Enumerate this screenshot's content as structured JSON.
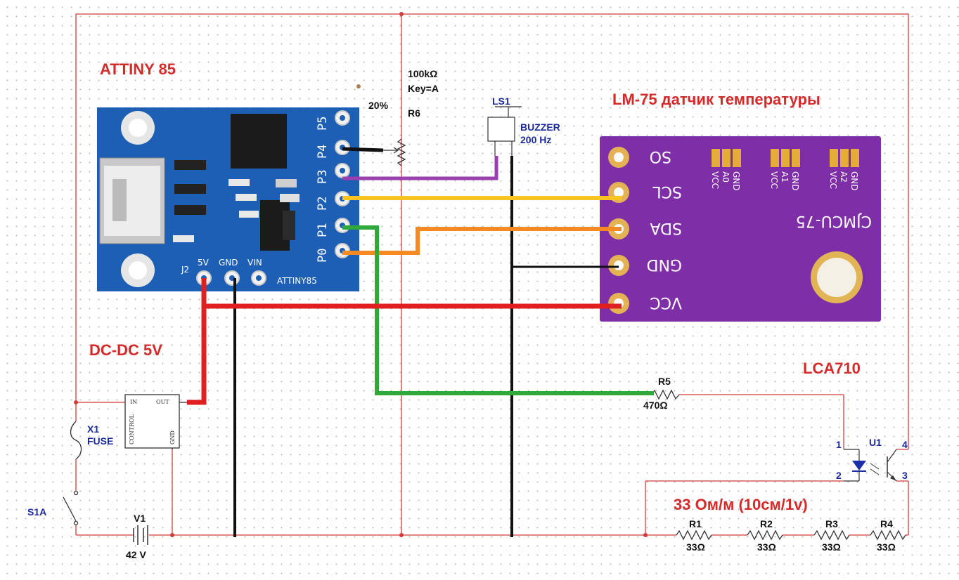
{
  "labels": {
    "attiny_title": "ATTINY 85",
    "lm75_title": "LM-75 датчик температуры",
    "dcdc_title": "DC-DC 5V",
    "lca_title": "LCA710",
    "heater_title": "33 Ом/м (10см/1v)",
    "pot_value": "100kΩ",
    "pot_key": "Key=A",
    "pot_percent": "20%",
    "pot_ref": "R6",
    "buzzer_ref": "LS1",
    "buzzer_name": "BUZZER",
    "buzzer_freq": "200 Hz",
    "r5_ref": "R5",
    "r5_value": "470Ω",
    "fuse_ref": "X1",
    "fuse_name": "FUSE",
    "switch_ref": "S1A",
    "battery_ref": "V1",
    "battery_value": "42 V",
    "opto_ref": "U1",
    "opto_pin1": "1",
    "opto_pin2": "2",
    "opto_pin3": "3",
    "opto_pin4": "4",
    "dcdc_in": "IN",
    "dcdc_out": "OUT",
    "dcdc_control": "CONTROL",
    "dcdc_gnd": "GND"
  },
  "resistors": [
    {
      "ref": "R1",
      "value": "33Ω"
    },
    {
      "ref": "R2",
      "value": "33Ω"
    },
    {
      "ref": "R3",
      "value": "33Ω"
    },
    {
      "ref": "R4",
      "value": "33Ω"
    }
  ],
  "attiny_board": {
    "pins": [
      "P5",
      "P4",
      "P3",
      "P2",
      "P1",
      "P0"
    ],
    "power_pins": [
      "5V",
      "GND",
      "VIN"
    ],
    "header_ref": "J2",
    "board_name": "ATTINY85"
  },
  "lm75_board": {
    "pins": [
      "SO",
      "SCL",
      "SDA",
      "GND",
      "VCC"
    ],
    "board_name": "CJMCU-75",
    "addr_labels": [
      "VCC",
      "A0",
      "GND",
      "VCC",
      "A1",
      "GND",
      "VCC",
      "A2",
      "GND"
    ]
  },
  "colors": {
    "schematic_wire": "#d43c3c",
    "attiny_board": "#1d5fb4",
    "lm75_board": "#7e2fa8",
    "wire_power": "#e02020",
    "wire_gnd": "#111111",
    "wire_scl": "#f7c421",
    "wire_sda": "#f58a23",
    "wire_p1": "#2faa3a",
    "wire_buzzer": "#9b3fb0"
  }
}
